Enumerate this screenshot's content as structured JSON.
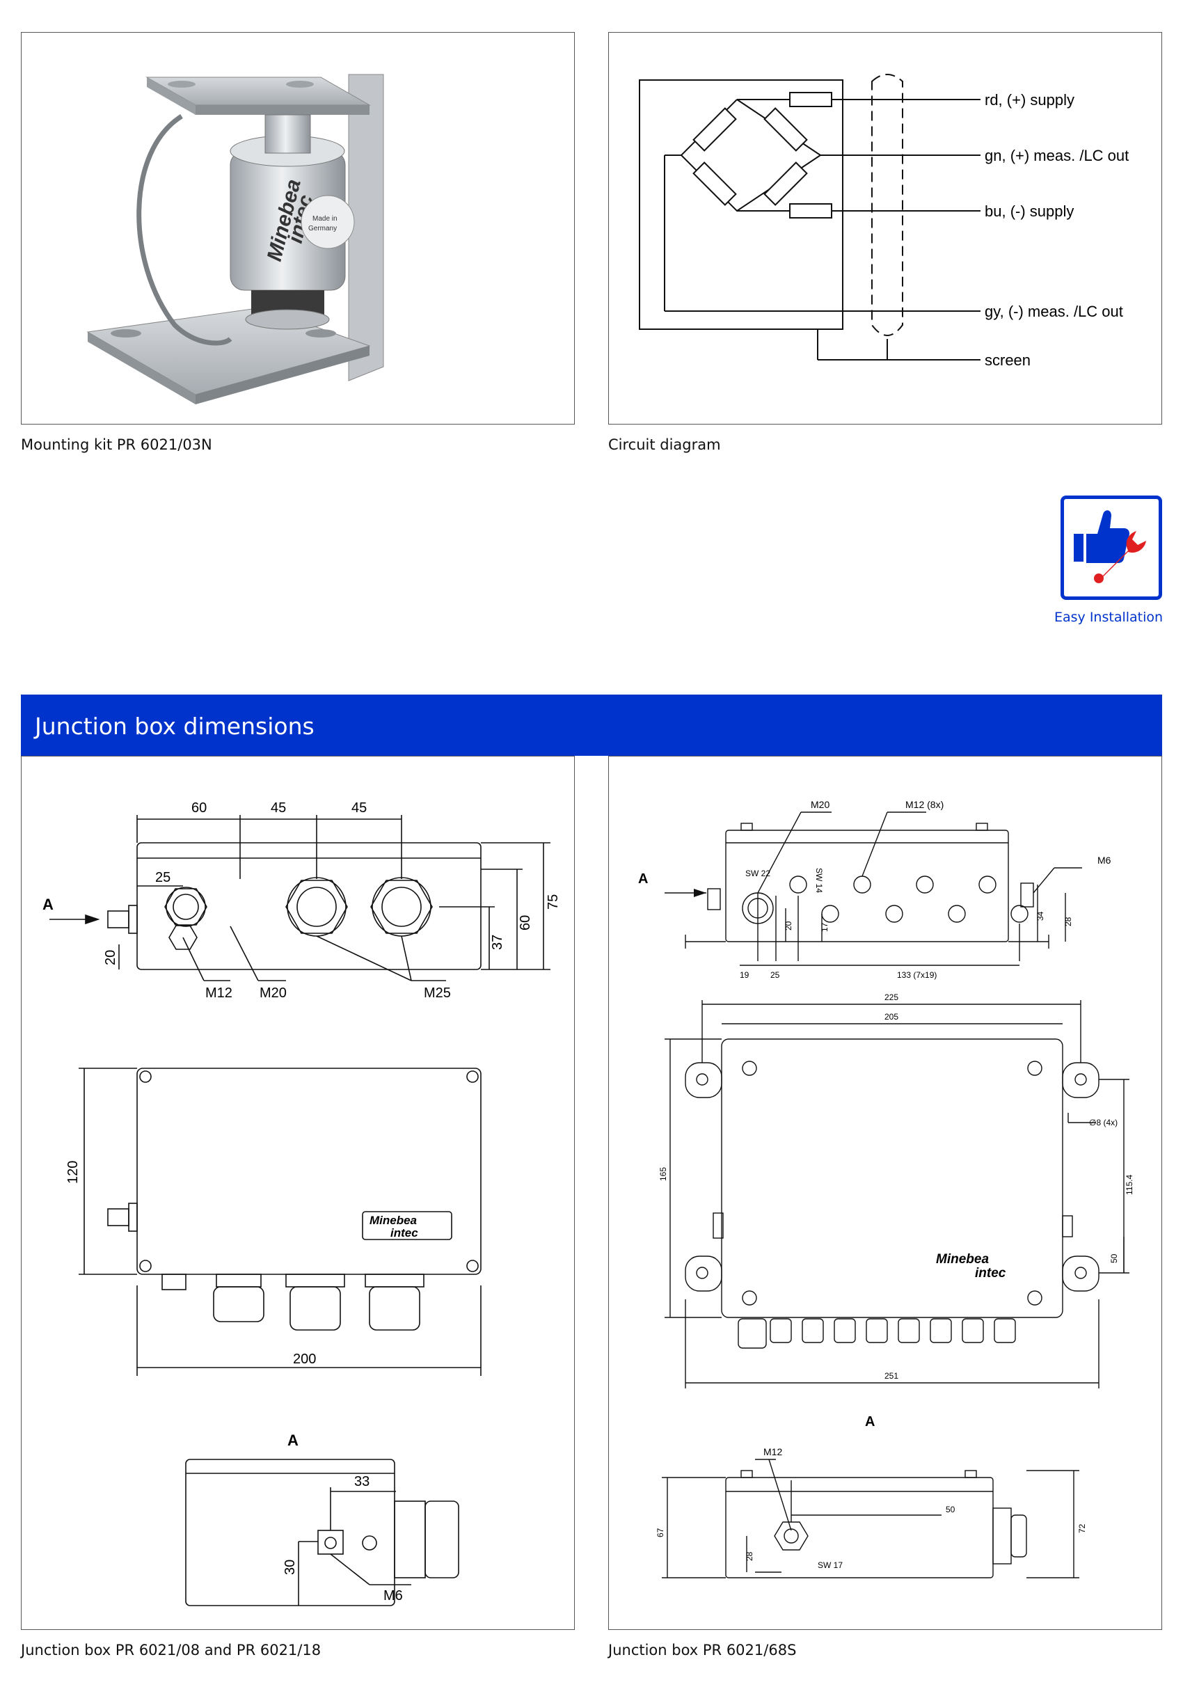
{
  "captions": {
    "mounting_kit": "Mounting kit PR 6021/03N",
    "circuit": "Circuit diagram",
    "jbox_left": "Junction box PR 6021/08 and PR 6021/18",
    "jbox_right": "Junction box PR 6021/68S"
  },
  "product_photo": {
    "brand_line1": "Minebea",
    "brand_line2": "intec",
    "plate_line1": "Made in",
    "plate_line2": "Germany"
  },
  "circuit": {
    "wires": [
      "rd, (+) supply",
      "gn, (+) meas. /LC out",
      "bu, (-) supply",
      "gy, (-) meas. /LC out",
      "screen"
    ]
  },
  "badge": {
    "label": "Easy Installation",
    "icon": "thumbs-up-wrench-icon"
  },
  "section": {
    "title": "Junction box dimensions"
  },
  "left_drawing": {
    "top_dims": [
      "60",
      "45",
      "45"
    ],
    "dim_25": "25",
    "dim_20": "20",
    "dim_37": "37",
    "dim_60": "60",
    "dim_75": "75",
    "label_a": "A",
    "glands": [
      "M12",
      "M20",
      "M25"
    ],
    "dim_120": "120",
    "dim_200": "200",
    "brand_line1": "Minebea",
    "brand_line2": "intec",
    "view_a": "A",
    "dim_33": "33",
    "dim_30": "30",
    "m6": "M6"
  },
  "right_drawing": {
    "m20": "M20",
    "m12_8x": "M12 (8x)",
    "label_a": "A",
    "sw22": "SW 22",
    "sw14": "SW 14",
    "m6": "M6",
    "dim_20": "20",
    "dim_17": "17",
    "dim_34": "34",
    "dim_28": "28",
    "bottom_dims": [
      "19",
      "25",
      "133 (7x19)"
    ],
    "dim_225": "225",
    "dim_205": "205",
    "dim_165": "165",
    "dim_115": "115.4",
    "dim_50": "50",
    "dia8": "∅8 (4x)",
    "dim_251": "251",
    "brand_line1": "Minebea",
    "brand_line2": "intec",
    "view_a": "A",
    "m12": "M12",
    "dim_50b": "50",
    "dim_67": "67",
    "dim_72": "72",
    "dim_28b": "28",
    "sw17": "SW 17"
  }
}
